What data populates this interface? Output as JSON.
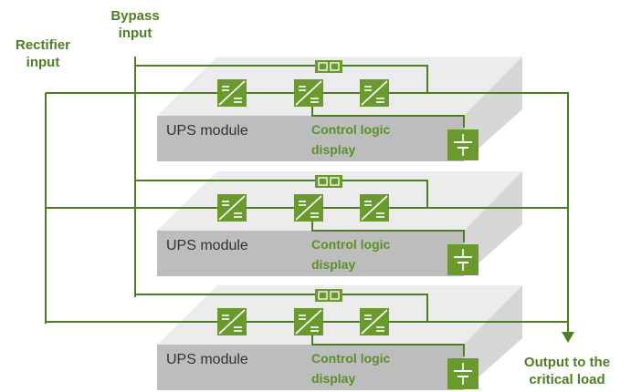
{
  "labels": {
    "bypass": "Bypass\ninput",
    "rectifier": "Rectifier\ninput",
    "output": "Output to the\ncritical load"
  },
  "modules": [
    {
      "name": "UPS module",
      "control": "Control logic\ndisplay"
    },
    {
      "name": "UPS module",
      "control": "Control logic\ndisplay"
    },
    {
      "name": "UPS module",
      "control": "Control logic\ndisplay"
    }
  ],
  "colors": {
    "line": "#4e7d23",
    "box_green": "#6a9a2e",
    "block_top": "#ececec",
    "block_front": "#bdbdbd",
    "block_side": "#d6d6d6"
  }
}
